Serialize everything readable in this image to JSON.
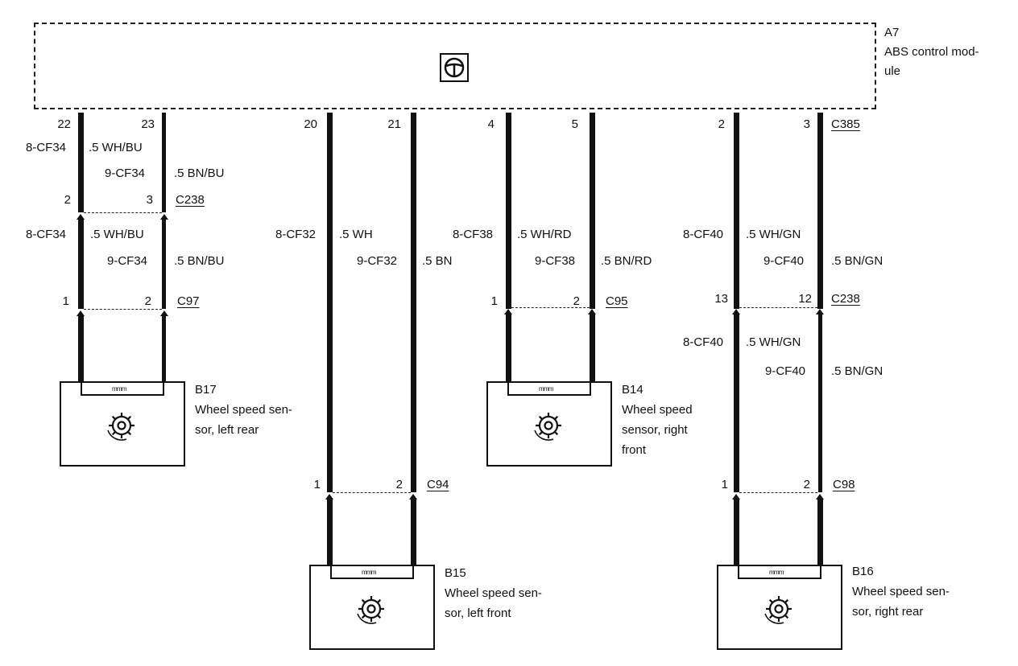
{
  "module": {
    "id": "A7",
    "name_line1": "ABS control mod-",
    "name_line2": "ule",
    "pins": [
      "22",
      "23",
      "20",
      "21",
      "4",
      "5",
      "2",
      "3"
    ],
    "connector": "C385"
  },
  "upper_wires": {
    "b17_a": {
      "circuit": "8-CF34",
      "spec": ".5 WH/BU"
    },
    "b17_b": {
      "circuit": "9-CF34",
      "spec": ".5 BN/BU"
    },
    "b15_a": {
      "circuit": "8-CF32",
      "spec": ".5 WH"
    },
    "b15_b": {
      "circuit": "9-CF32",
      "spec": ".5 BN"
    },
    "b14_a": {
      "circuit": "8-CF38",
      "spec": ".5 WH/RD"
    },
    "b14_b": {
      "circuit": "9-CF38",
      "spec": ".5 BN/RD"
    },
    "b16_a": {
      "circuit": "8-CF40",
      "spec": ".5 WH/GN"
    },
    "b16_b": {
      "circuit": "9-CF40",
      "spec": ".5 BN/GN"
    }
  },
  "connectors": {
    "c238_left": {
      "name": "C238",
      "pin_a": "2",
      "pin_b": "3"
    },
    "c97": {
      "name": "C97",
      "pin_a": "1",
      "pin_b": "2"
    },
    "c95": {
      "name": "C95",
      "pin_a": "1",
      "pin_b": "2"
    },
    "c94": {
      "name": "C94",
      "pin_a": "1",
      "pin_b": "2"
    },
    "c238_right": {
      "name": "C238",
      "pin_a": "13",
      "pin_b": "12"
    },
    "c98": {
      "name": "C98",
      "pin_a": "1",
      "pin_b": "2"
    }
  },
  "lower_wires": {
    "b17_a": {
      "circuit": "8-CF34",
      "spec": ".5 WH/BU"
    },
    "b17_b": {
      "circuit": "9-CF34",
      "spec": ".5 BN/BU"
    },
    "b16_a": {
      "circuit": "8-CF40",
      "spec": ".5 WH/GN"
    },
    "b16_b": {
      "circuit": "9-CF40",
      "spec": ".5 BN/GN"
    }
  },
  "sensors": {
    "b17": {
      "id": "B17",
      "line1": "Wheel speed sen-",
      "line2": "sor, left rear",
      "icon": "gear-icon"
    },
    "b14": {
      "id": "B14",
      "line1": "Wheel speed",
      "line2": "sensor, right",
      "line3": "front",
      "icon": "gear-icon"
    },
    "b15": {
      "id": "B15",
      "line1": "Wheel speed sen-",
      "line2": "sor, left front",
      "icon": "gear-icon"
    },
    "b16": {
      "id": "B16",
      "line1": "Wheel speed sen-",
      "line2": "sor, right rear",
      "icon": "gear-icon"
    }
  },
  "module_icon": "steering-wheel-icon"
}
